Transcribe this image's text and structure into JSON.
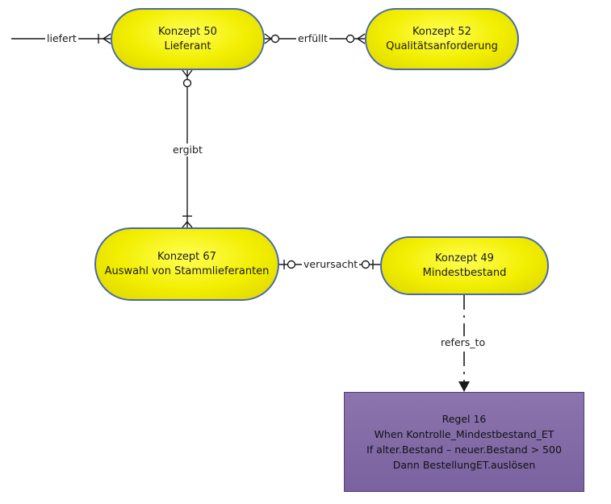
{
  "concepts": [
    {
      "title": "Konzept 50",
      "name": "Lieferant"
    },
    {
      "title": "Konzept 52",
      "name": "Qualitätsanforderung"
    },
    {
      "title": "Konzept 67",
      "name": "Auswahl von Stammlieferanten"
    },
    {
      "title": "Konzept 49",
      "name": "Mindestbestand"
    }
  ],
  "rule": {
    "title": "Regel 16",
    "line1": "When Kontrolle_Mindestbestand_ET",
    "line2": "If alter.Bestand – neuer.Bestand > 500",
    "line3": "Dann BestellungET.auslösen"
  },
  "relations": {
    "liefert": "liefert",
    "erfuellt": "erfüllt",
    "ergibt": "ergibt",
    "verursacht": "verursacht",
    "refers_to": "refers_to"
  },
  "colors": {
    "concept_fill": "#f2ee00",
    "concept_border": "#4a6aa8",
    "rule_fill": "#8068a6",
    "line": "#1a1a1a"
  }
}
